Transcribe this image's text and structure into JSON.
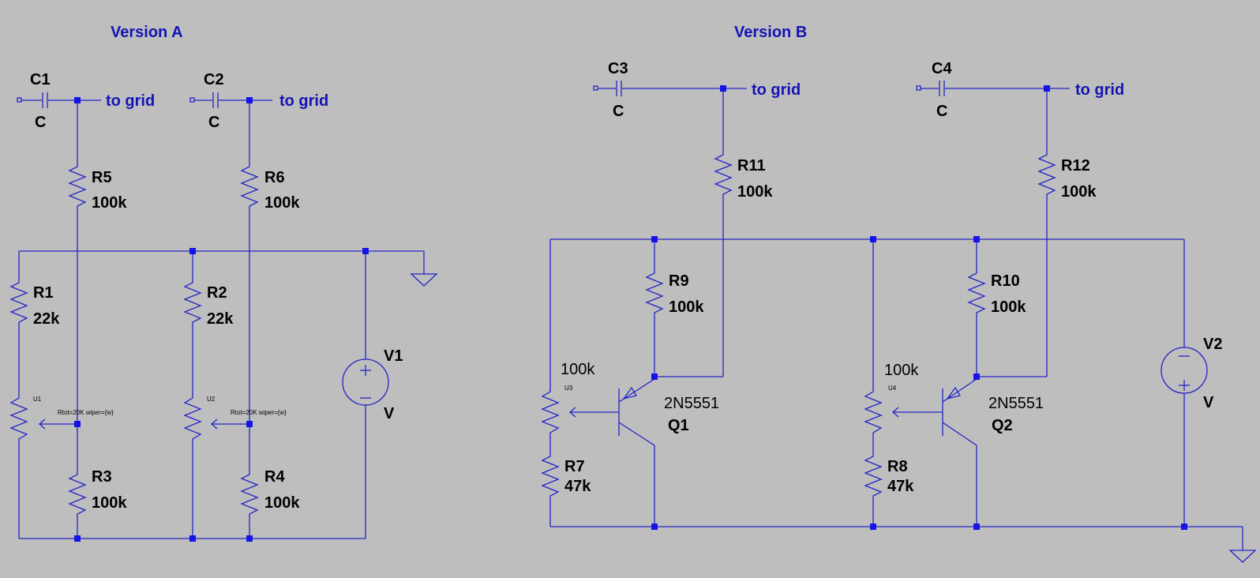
{
  "headers": {
    "version_a": "Version A",
    "version_b": "Version B"
  },
  "net_label": "to grid",
  "version_a": {
    "c1": {
      "ref": "C1",
      "value": "C"
    },
    "c2": {
      "ref": "C2",
      "value": "C"
    },
    "r5": {
      "ref": "R5",
      "value": "100k"
    },
    "r6": {
      "ref": "R6",
      "value": "100k"
    },
    "r1": {
      "ref": "R1",
      "value": "22k"
    },
    "r2": {
      "ref": "R2",
      "value": "22k"
    },
    "r3": {
      "ref": "R3",
      "value": "100k"
    },
    "r4": {
      "ref": "R4",
      "value": "100k"
    },
    "u1": {
      "ref": "U1",
      "params": "Rtot=20K wiper={w}"
    },
    "u2": {
      "ref": "U2",
      "params": "Rtot=20K wiper={w}"
    },
    "v1": {
      "ref": "V1",
      "value": "V"
    }
  },
  "version_b": {
    "c3": {
      "ref": "C3",
      "value": "C"
    },
    "c4": {
      "ref": "C4",
      "value": "C"
    },
    "r11": {
      "ref": "R11",
      "value": "100k"
    },
    "r12": {
      "ref": "R12",
      "value": "100k"
    },
    "r9": {
      "ref": "R9",
      "value": "100k"
    },
    "r10": {
      "ref": "R10",
      "value": "100k"
    },
    "u3": {
      "ref": "U3",
      "value": "100k"
    },
    "u4": {
      "ref": "U4",
      "value": "100k"
    },
    "q1": {
      "ref": "Q1",
      "model": "2N5551"
    },
    "q2": {
      "ref": "Q2",
      "model": "2N5551"
    },
    "r7": {
      "ref": "R7",
      "value": "47k"
    },
    "r8": {
      "ref": "R8",
      "value": "47k"
    },
    "v2": {
      "ref": "V2",
      "value": "V"
    }
  }
}
